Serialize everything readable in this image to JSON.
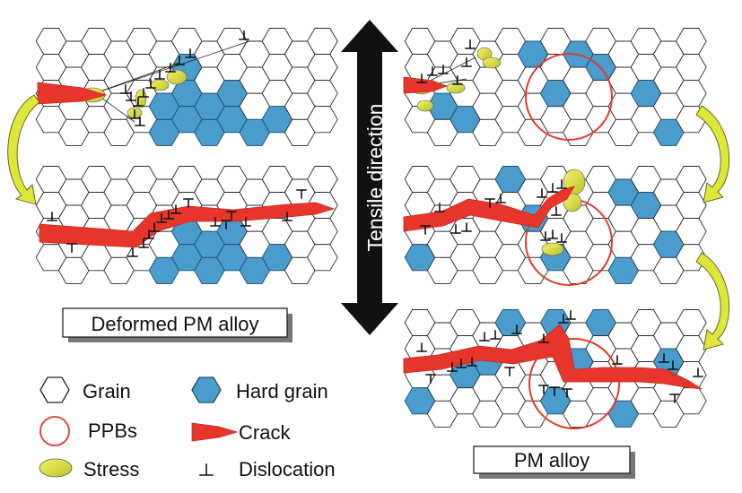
{
  "arrow_label": "Tensile direction",
  "panels": {
    "left_caption": "Deformed PM alloy",
    "right_caption": "PM alloy"
  },
  "legend": {
    "grain": "Grain",
    "hard_grain": "Hard grain",
    "ppbs": "PPBs",
    "crack": "Crack",
    "stress": "Stress",
    "dislocation": "Dislocation"
  },
  "colors": {
    "hard_grain": "#4a9ccc",
    "crack": "#e8352b",
    "stress": "#f2ea3a",
    "ppb": "#e03a2f",
    "arrow": "#111111",
    "curve_arrow": "#dfe63a"
  }
}
